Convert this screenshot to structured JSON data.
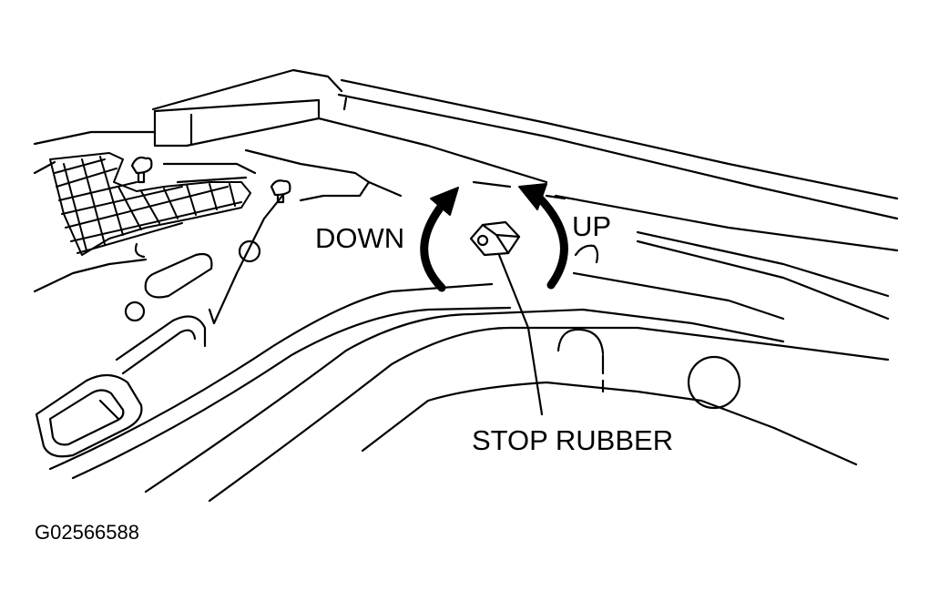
{
  "labels": {
    "down": "DOWN",
    "up": "UP",
    "stop_rubber": "STOP RUBBER",
    "figure_id": "G02566588"
  },
  "colors": {
    "line": "#000000",
    "background": "#ffffff"
  }
}
